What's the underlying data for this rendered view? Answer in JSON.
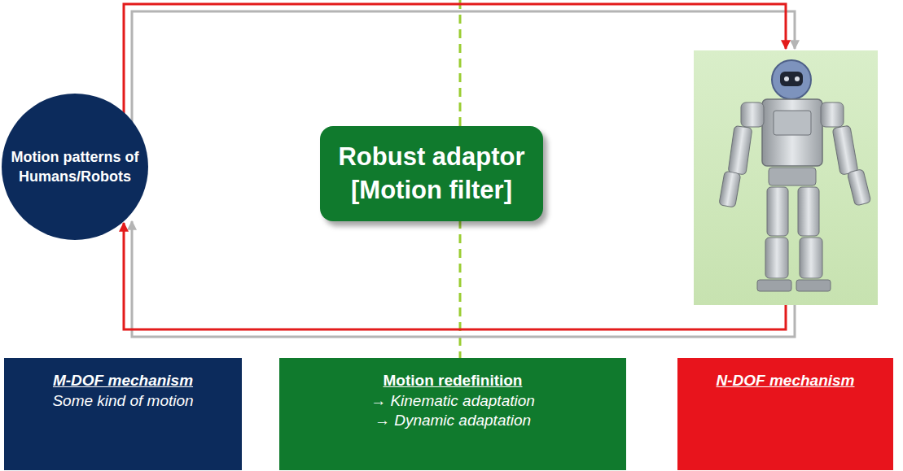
{
  "diagram": {
    "nodes": [
      {
        "text": [
          "Motion patterns of Humans/Robots"
        ]
      },
      {
        "text": [
          "Robust adaptor [Motion filter]"
        ]
      },
      {
        "text": [
          "M-DOF mechanism",
          "Some kind of motion"
        ]
      },
      {
        "text": [
          "Motion redefinition",
          "→ Kinematic adaptation",
          "→ Dynamic adaptation"
        ]
      },
      {
        "text": [
          "N-DOF mechanism"
        ]
      }
    ]
  }
}
